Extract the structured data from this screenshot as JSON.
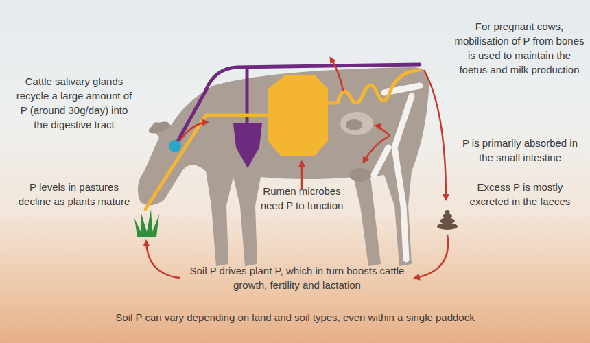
{
  "diagram": {
    "caption": "Soil P can vary depending on land and soil types, even within a single paddock",
    "labels": [
      "Cattle salivary glands recycle a large amount of P (around 30g/day) into the digestive tract",
      "P levels in pastures decline as plants mature",
      "Rumen microbes need P to function",
      "For pregnant cows, mobilisation of P from bones is used to maintain the foetus and milk production",
      "P is primarily absorbed in the small intestine",
      "Excess P is mostly excreted in the faeces",
      "Soil P drives plant P, which in turn boosts cattle growth, fertility and lactation"
    ]
  }
}
